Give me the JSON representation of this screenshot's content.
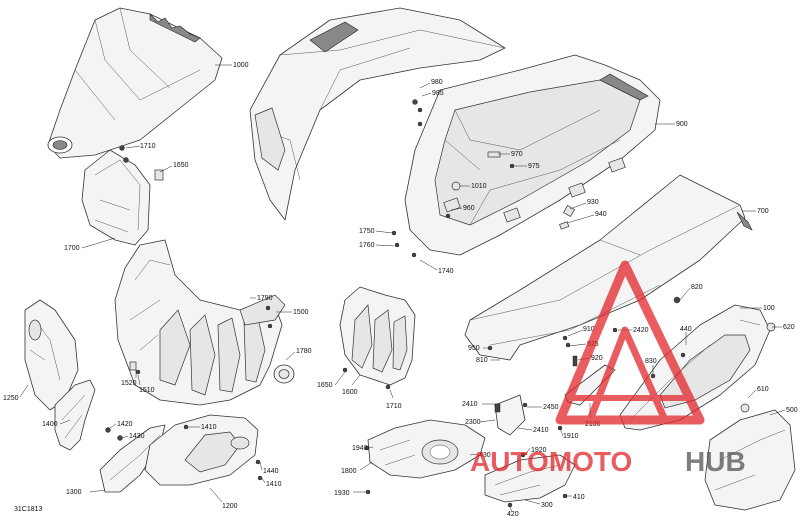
{
  "diagram_code": "31C1813",
  "watermark": {
    "part1": "AUTOMOTO",
    "part2": "HUB",
    "color_primary": "#e2262b",
    "color_secondary": "#555555"
  },
  "parts": [
    {
      "id": "p1000",
      "label": "1000"
    },
    {
      "id": "p980",
      "label": "980"
    },
    {
      "id": "p985",
      "label": "985"
    },
    {
      "id": "p900",
      "label": "900"
    },
    {
      "id": "p1710a",
      "label": "1710"
    },
    {
      "id": "p1650a",
      "label": "1650"
    },
    {
      "id": "p970",
      "label": "970"
    },
    {
      "id": "p975",
      "label": "975"
    },
    {
      "id": "p1010",
      "label": "1010"
    },
    {
      "id": "p930",
      "label": "930"
    },
    {
      "id": "p940",
      "label": "940"
    },
    {
      "id": "p960",
      "label": "960"
    },
    {
      "id": "p700",
      "label": "700"
    },
    {
      "id": "p1750",
      "label": "1750"
    },
    {
      "id": "p1760",
      "label": "1760"
    },
    {
      "id": "p1740",
      "label": "1740"
    },
    {
      "id": "p1700",
      "label": "1700"
    },
    {
      "id": "p1790",
      "label": "1790"
    },
    {
      "id": "p1500",
      "label": "1500"
    },
    {
      "id": "p820",
      "label": "820"
    },
    {
      "id": "p100",
      "label": "100"
    },
    {
      "id": "p620",
      "label": "620"
    },
    {
      "id": "p2420",
      "label": "2420"
    },
    {
      "id": "p910",
      "label": "910"
    },
    {
      "id": "p440",
      "label": "440"
    },
    {
      "id": "p925",
      "label": "925"
    },
    {
      "id": "p950",
      "label": "950"
    },
    {
      "id": "p920",
      "label": "920"
    },
    {
      "id": "p810",
      "label": "810"
    },
    {
      "id": "p830",
      "label": "830"
    },
    {
      "id": "p1780",
      "label": "1780"
    },
    {
      "id": "p1520",
      "label": "1520"
    },
    {
      "id": "p1510",
      "label": "1510"
    },
    {
      "id": "p1650b",
      "label": "1650"
    },
    {
      "id": "p1600",
      "label": "1600"
    },
    {
      "id": "p1710b",
      "label": "1710"
    },
    {
      "id": "p1250",
      "label": "1250"
    },
    {
      "id": "p610",
      "label": "610"
    },
    {
      "id": "p2410a",
      "label": "2410"
    },
    {
      "id": "p2450",
      "label": "2450"
    },
    {
      "id": "p500",
      "label": "500"
    },
    {
      "id": "p2300",
      "label": "2300"
    },
    {
      "id": "p2100",
      "label": "2100"
    },
    {
      "id": "p2410b",
      "label": "2410"
    },
    {
      "id": "p1420",
      "label": "1420"
    },
    {
      "id": "p1410",
      "label": "1410"
    },
    {
      "id": "p1430",
      "label": "1430"
    },
    {
      "id": "p1400",
      "label": "1400"
    },
    {
      "id": "p1940",
      "label": "1940"
    },
    {
      "id": "p1910",
      "label": "1910"
    },
    {
      "id": "p1920",
      "label": "1920"
    },
    {
      "id": "p430",
      "label": "430"
    },
    {
      "id": "p1800",
      "label": "1800"
    },
    {
      "id": "p1440",
      "label": "1440"
    },
    {
      "id": "p1410b",
      "label": "1410"
    },
    {
      "id": "p1300",
      "label": "1300"
    },
    {
      "id": "p1200",
      "label": "1200"
    },
    {
      "id": "p1930",
      "label": "1930"
    },
    {
      "id": "p300",
      "label": "300"
    },
    {
      "id": "p410",
      "label": "410"
    },
    {
      "id": "p420",
      "label": "420"
    }
  ]
}
